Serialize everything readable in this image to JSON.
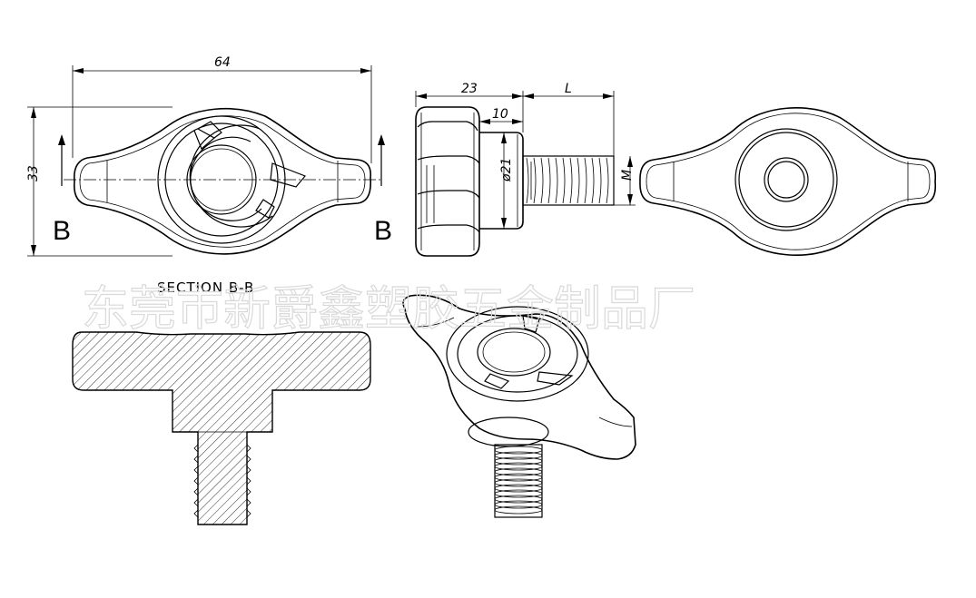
{
  "drawing": {
    "dimensions": {
      "overall_width": "64",
      "overall_height": "33",
      "head_length": "23",
      "collar_length": "10",
      "thread_length": "L",
      "collar_diameter": "ø21",
      "thread_size": "M"
    },
    "section_marks": {
      "left": "B",
      "right": "B"
    },
    "section_title": "SECTION B-B",
    "watermark": "东莞市新爵鑫塑胶五金制品厂"
  }
}
